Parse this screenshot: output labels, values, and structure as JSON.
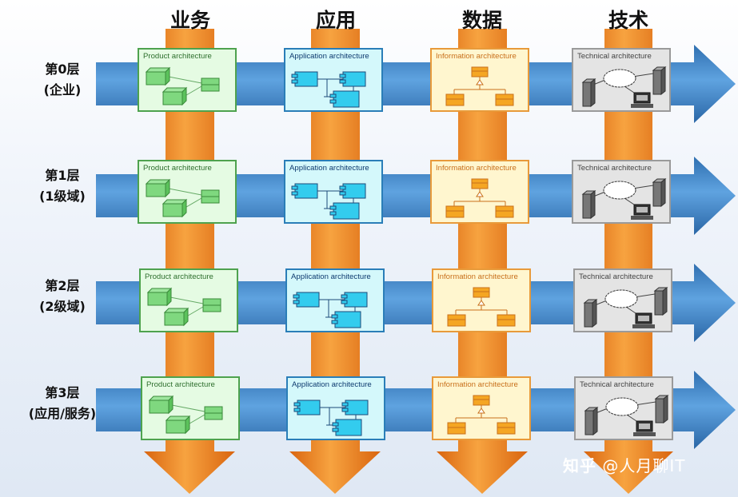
{
  "columns": [
    {
      "id": "business",
      "title": "业务"
    },
    {
      "id": "application",
      "title": "应用"
    },
    {
      "id": "data",
      "title": "数据"
    },
    {
      "id": "technology",
      "title": "技术"
    }
  ],
  "rows": [
    {
      "level": "第0层",
      "scope": "(企业)"
    },
    {
      "level": "第1层",
      "scope": "(1级域)"
    },
    {
      "level": "第2层",
      "scope": "(2级域)"
    },
    {
      "level": "第3层",
      "scope": "(应用/服务)"
    }
  ],
  "panels": {
    "product": "Product architecture",
    "application": "Application architecture",
    "information": "Information architecture",
    "technical": "Technical architecture"
  },
  "colors": {
    "row_arrow": "#3f86c9",
    "column_arrow": "#ef8a25",
    "product_fill": "#e5fbe3",
    "application_fill": "#d4f8fb",
    "information_fill": "#fff6cf",
    "technical_fill": "#e4e4e4"
  },
  "watermark": {
    "logo": "知乎",
    "author": "@人月聊IT"
  }
}
